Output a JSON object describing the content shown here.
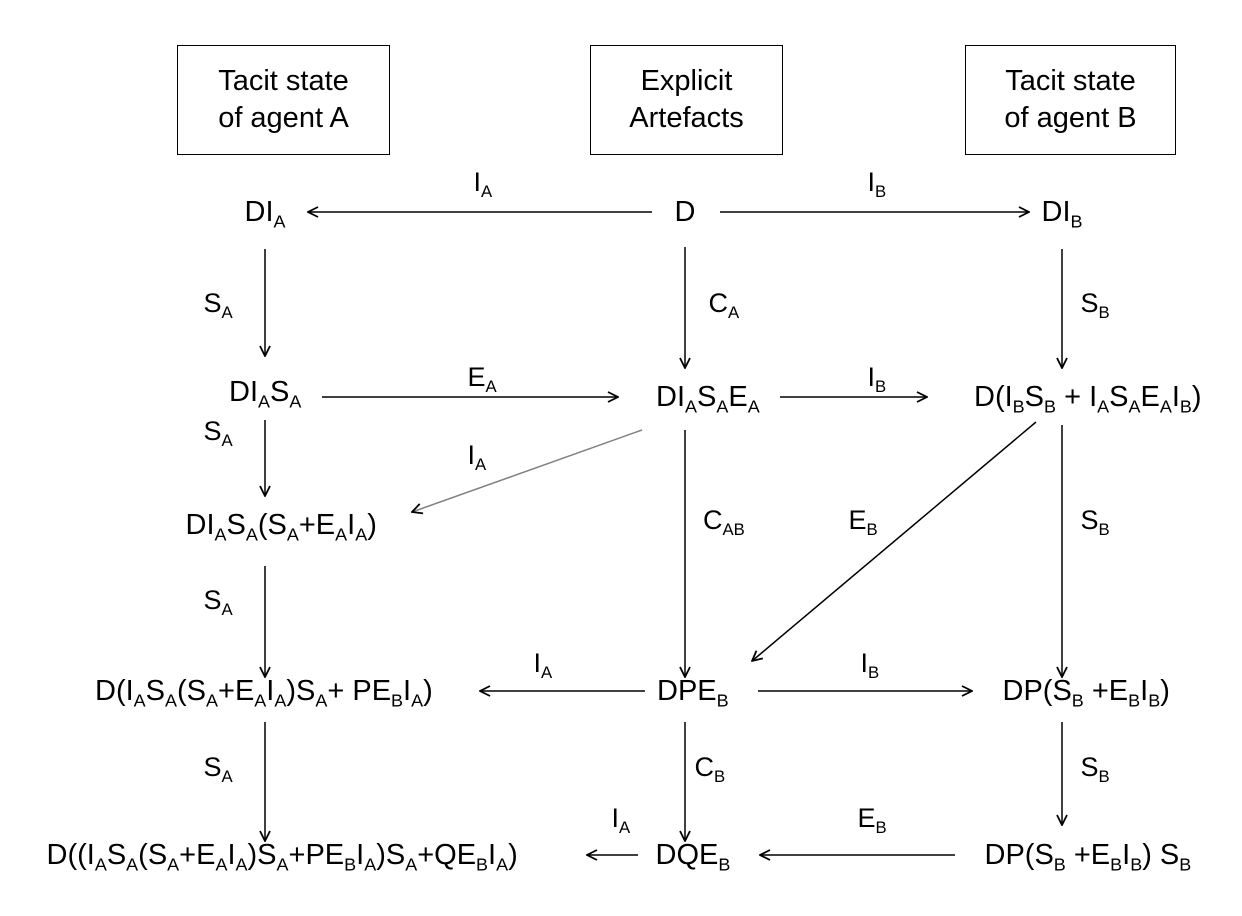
{
  "headers": {
    "tacit_a": {
      "line1": "Tacit state",
      "line2": "of agent A"
    },
    "explicit": {
      "line1": "Explicit",
      "line2": "Artefacts"
    },
    "tacit_b": {
      "line1": "Tacit state",
      "line2": "of agent B"
    }
  },
  "nodes": [
    {
      "name": "node-d",
      "parts": [
        [
          "D",
          ""
        ]
      ]
    },
    {
      "name": "node-dia",
      "parts": [
        [
          "DI",
          "A"
        ]
      ]
    },
    {
      "name": "node-dib",
      "parts": [
        [
          "DI",
          "B"
        ]
      ]
    },
    {
      "name": "node-diasa",
      "parts": [
        [
          "DI",
          "A"
        ],
        [
          "S",
          "A"
        ]
      ]
    },
    {
      "name": "node-diasaea",
      "parts": [
        [
          "DI",
          "A"
        ],
        [
          "S",
          "A"
        ],
        [
          "E",
          "A"
        ]
      ]
    },
    {
      "name": "node-dibsb-plus",
      "parts": [
        [
          "D(I",
          "B"
        ],
        [
          "S",
          "B"
        ],
        [
          " + I",
          "A"
        ],
        [
          "S",
          "A"
        ],
        [
          "E",
          "A"
        ],
        [
          "I",
          "B"
        ],
        [
          ")",
          ""
        ]
      ]
    },
    {
      "name": "node-diasa-sa-eaia",
      "parts": [
        [
          "DI",
          "A"
        ],
        [
          "S",
          "A"
        ],
        [
          "(S",
          "A"
        ],
        [
          "+E",
          "A"
        ],
        [
          "I",
          "A"
        ],
        [
          ")",
          ""
        ]
      ]
    },
    {
      "name": "node-d-long-a",
      "parts": [
        [
          "D(I",
          "A"
        ],
        [
          "S",
          "A"
        ],
        [
          "(S",
          "A"
        ],
        [
          "+E",
          "A"
        ],
        [
          "I",
          "A"
        ],
        [
          ")S",
          "A"
        ],
        [
          "+ PE",
          "B"
        ],
        [
          "I",
          "A"
        ],
        [
          ")",
          ""
        ]
      ]
    },
    {
      "name": "node-dpeb",
      "parts": [
        [
          "DPE",
          "B"
        ]
      ]
    },
    {
      "name": "node-dp-sb-ebib",
      "parts": [
        [
          "DP(S",
          "B"
        ],
        [
          " +E",
          "B"
        ],
        [
          "I",
          "B"
        ],
        [
          ")",
          ""
        ]
      ]
    },
    {
      "name": "node-d-longest-a",
      "parts": [
        [
          "D((I",
          "A"
        ],
        [
          "S",
          "A"
        ],
        [
          "(S",
          "A"
        ],
        [
          "+E",
          "A"
        ],
        [
          "I",
          "A"
        ],
        [
          ")S",
          "A"
        ],
        [
          "+PE",
          "B"
        ],
        [
          "I",
          "A"
        ],
        [
          ")S",
          "A"
        ],
        [
          "+QE",
          "B"
        ],
        [
          "I",
          "A"
        ],
        [
          ")",
          ""
        ]
      ]
    },
    {
      "name": "node-dqeb",
      "parts": [
        [
          "DQE",
          "B"
        ]
      ]
    },
    {
      "name": "node-dp-sb-ebib-sb",
      "parts": [
        [
          "DP(S",
          "B"
        ],
        [
          " +E",
          "B"
        ],
        [
          "I",
          "B"
        ],
        [
          ") S",
          "B"
        ]
      ]
    }
  ],
  "labels": [
    {
      "name": "label-ia-top",
      "parts": [
        [
          "I",
          "A"
        ]
      ]
    },
    {
      "name": "label-ib-top",
      "parts": [
        [
          "I",
          "B"
        ]
      ]
    },
    {
      "name": "label-sa-1",
      "parts": [
        [
          "S",
          "A"
        ]
      ]
    },
    {
      "name": "label-ca",
      "parts": [
        [
          "C",
          "A"
        ]
      ]
    },
    {
      "name": "label-sb-1",
      "parts": [
        [
          "S",
          "B"
        ]
      ]
    },
    {
      "name": "label-ea",
      "parts": [
        [
          "E",
          "A"
        ]
      ]
    },
    {
      "name": "label-ib-mid",
      "parts": [
        [
          "I",
          "B"
        ]
      ]
    },
    {
      "name": "label-sa-2",
      "parts": [
        [
          "S",
          "A"
        ]
      ]
    },
    {
      "name": "label-ia-diag",
      "parts": [
        [
          "I",
          "A"
        ]
      ]
    },
    {
      "name": "label-cab",
      "parts": [
        [
          "C",
          "AB"
        ]
      ]
    },
    {
      "name": "label-eb-diag",
      "parts": [
        [
          "E",
          "B"
        ]
      ]
    },
    {
      "name": "label-sb-2",
      "parts": [
        [
          "S",
          "B"
        ]
      ]
    },
    {
      "name": "label-sa-3",
      "parts": [
        [
          "S",
          "A"
        ]
      ]
    },
    {
      "name": "label-ia-row5",
      "parts": [
        [
          "I",
          "A"
        ]
      ]
    },
    {
      "name": "label-ib-row5",
      "parts": [
        [
          "I",
          "B"
        ]
      ]
    },
    {
      "name": "label-sa-4",
      "parts": [
        [
          "S",
          "A"
        ]
      ]
    },
    {
      "name": "label-cb",
      "parts": [
        [
          "C",
          "B"
        ]
      ]
    },
    {
      "name": "label-sb-3",
      "parts": [
        [
          "S",
          "B"
        ]
      ]
    },
    {
      "name": "label-ia-bottom",
      "parts": [
        [
          "I",
          "A"
        ]
      ]
    },
    {
      "name": "label-eb-bottom",
      "parts": [
        [
          "E",
          "B"
        ]
      ]
    }
  ],
  "arrows": [
    {
      "name": "arrow-d-to-dia",
      "label": "I_A"
    },
    {
      "name": "arrow-d-to-dib",
      "label": "I_B"
    },
    {
      "name": "arrow-dia-to-diasa",
      "label": "S_A"
    },
    {
      "name": "arrow-d-to-diasaea",
      "label": "C_A"
    },
    {
      "name": "arrow-dib-to-dibsb",
      "label": "S_B"
    },
    {
      "name": "arrow-diasa-to-diasaea",
      "label": "E_A"
    },
    {
      "name": "arrow-diasaea-to-dibsb",
      "label": "I_B"
    },
    {
      "name": "arrow-diasa-to-diasa-sa",
      "label": "S_A"
    },
    {
      "name": "arrow-diasaea-to-diasa-sa",
      "label": "I_A"
    },
    {
      "name": "arrow-diasaea-to-dpeb",
      "label": "C_AB"
    },
    {
      "name": "arrow-dibsb-to-dpeb",
      "label": "E_B"
    },
    {
      "name": "arrow-dibsb-to-dp-sb",
      "label": "S_B"
    },
    {
      "name": "arrow-diasa-sa-to-d-long",
      "label": "S_A"
    },
    {
      "name": "arrow-dpeb-to-d-long",
      "label": "I_A"
    },
    {
      "name": "arrow-dpeb-to-dp-sb",
      "label": "I_B"
    },
    {
      "name": "arrow-d-long-to-d-longest",
      "label": "S_A"
    },
    {
      "name": "arrow-dpeb-to-dqeb",
      "label": "C_B"
    },
    {
      "name": "arrow-dp-sb-to-dp-sb-sb",
      "label": "S_B"
    },
    {
      "name": "arrow-dqeb-to-d-longest",
      "label": "I_A"
    },
    {
      "name": "arrow-dp-sb-sb-to-dqeb",
      "label": "E_B"
    }
  ]
}
